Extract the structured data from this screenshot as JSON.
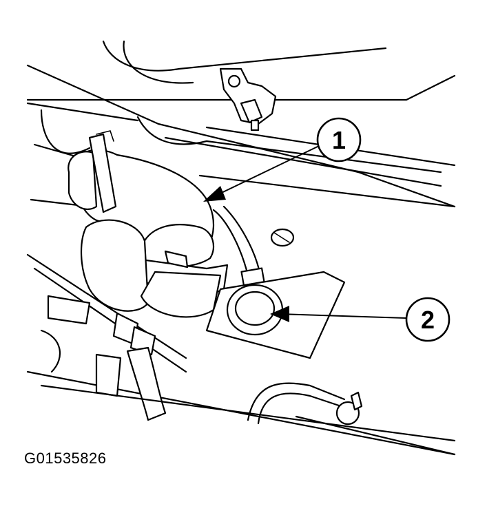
{
  "callouts": [
    {
      "number": "1"
    },
    {
      "number": "2"
    }
  ],
  "figure_id": "G01535826"
}
